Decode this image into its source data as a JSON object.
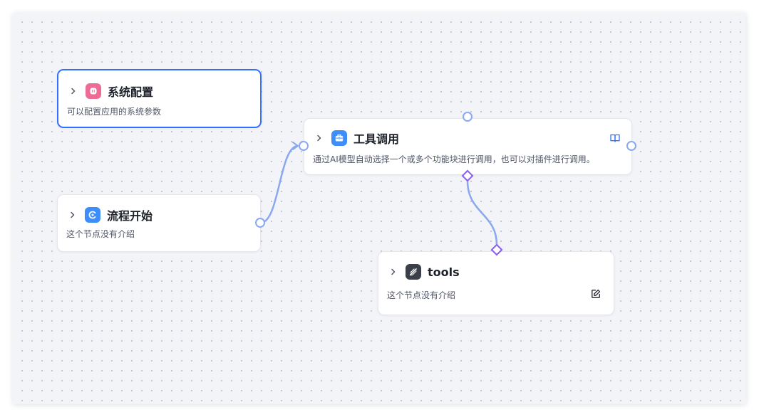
{
  "nodes": {
    "system_config": {
      "title": "系统配置",
      "description": "可以配置应用的系统参数",
      "icon": "system-config-icon",
      "icon_color": "#ee6b95"
    },
    "flow_start": {
      "title": "流程开始",
      "description": "这个节点没有介绍",
      "icon": "play-start-icon",
      "icon_color": "#3d8dfb"
    },
    "tool_call": {
      "title": "工具调用",
      "description": "通过AI模型自动选择一个或多个功能块进行调用，也可以对插件进行调用。",
      "icon": "toolbox-icon",
      "icon_color": "#3d8dfb"
    },
    "tools": {
      "title": "tools",
      "description": "这个节点没有介绍",
      "icon": "tools-plugin-icon",
      "icon_color": "#3b3f4a"
    }
  },
  "colors": {
    "selection": "#3370ff",
    "edge": "#8aa8f2",
    "tool_edge": "#8a5cf0"
  }
}
